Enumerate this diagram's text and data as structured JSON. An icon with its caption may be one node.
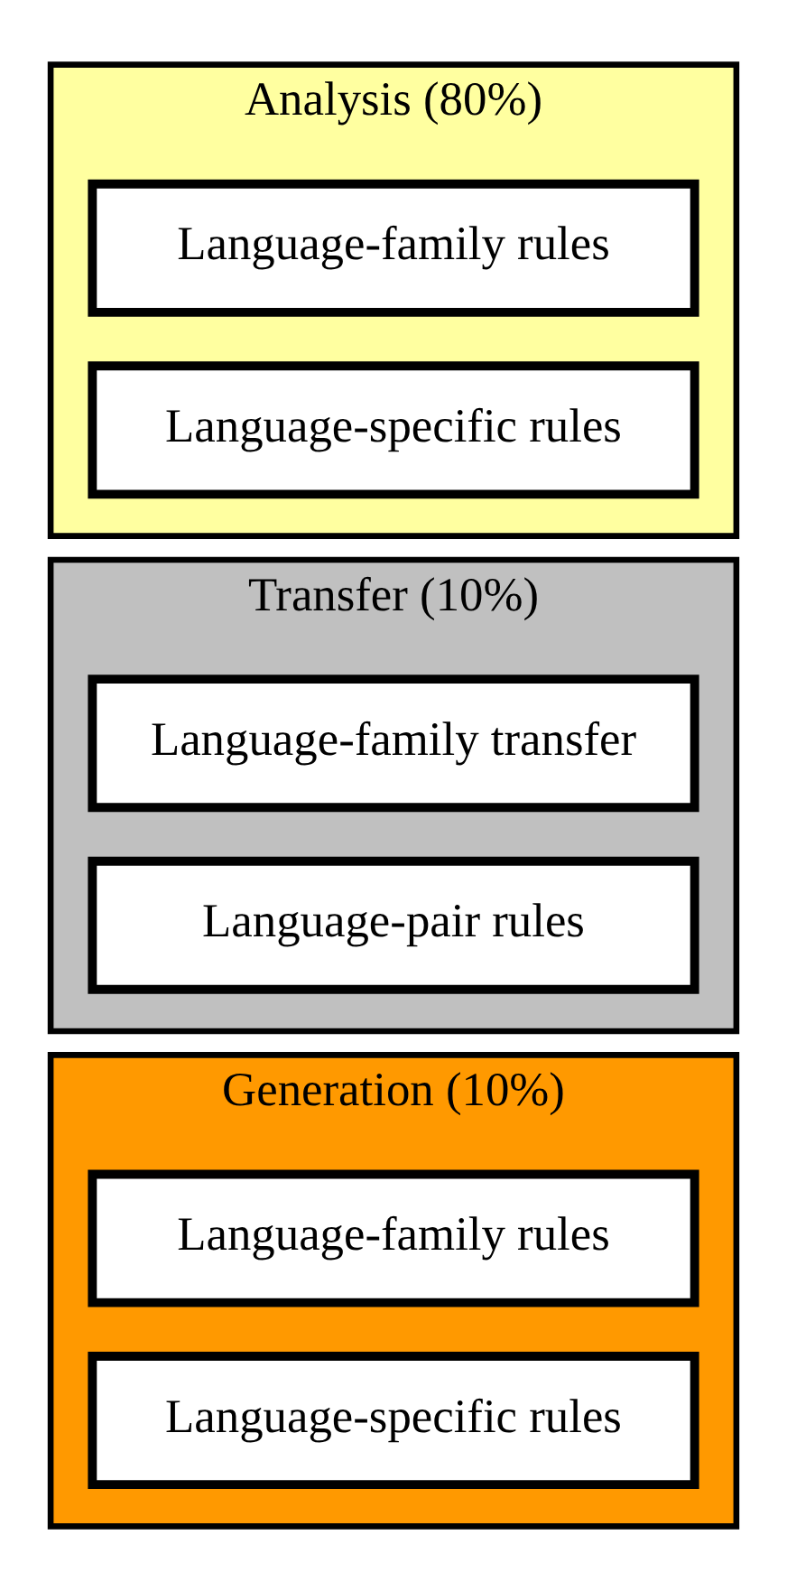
{
  "diagram": {
    "nodes": [
      {
        "text": [
          "Analysis (80%)"
        ]
      },
      {
        "text": [
          "Language-family rules"
        ],
        "in": 0
      },
      {
        "text": [
          "Language-specific rules"
        ],
        "in": 0
      },
      {
        "text": [
          "Transfer (10%)"
        ]
      },
      {
        "text": [
          "Language-family transfer"
        ],
        "in": 3
      },
      {
        "text": [
          "Language-pair rules"
        ],
        "in": 3
      },
      {
        "text": [
          "Generation (10%)"
        ]
      },
      {
        "text": [
          "Language-family rules"
        ],
        "in": 6
      },
      {
        "text": [
          "Language-specific rules"
        ],
        "in": 6
      }
    ]
  }
}
